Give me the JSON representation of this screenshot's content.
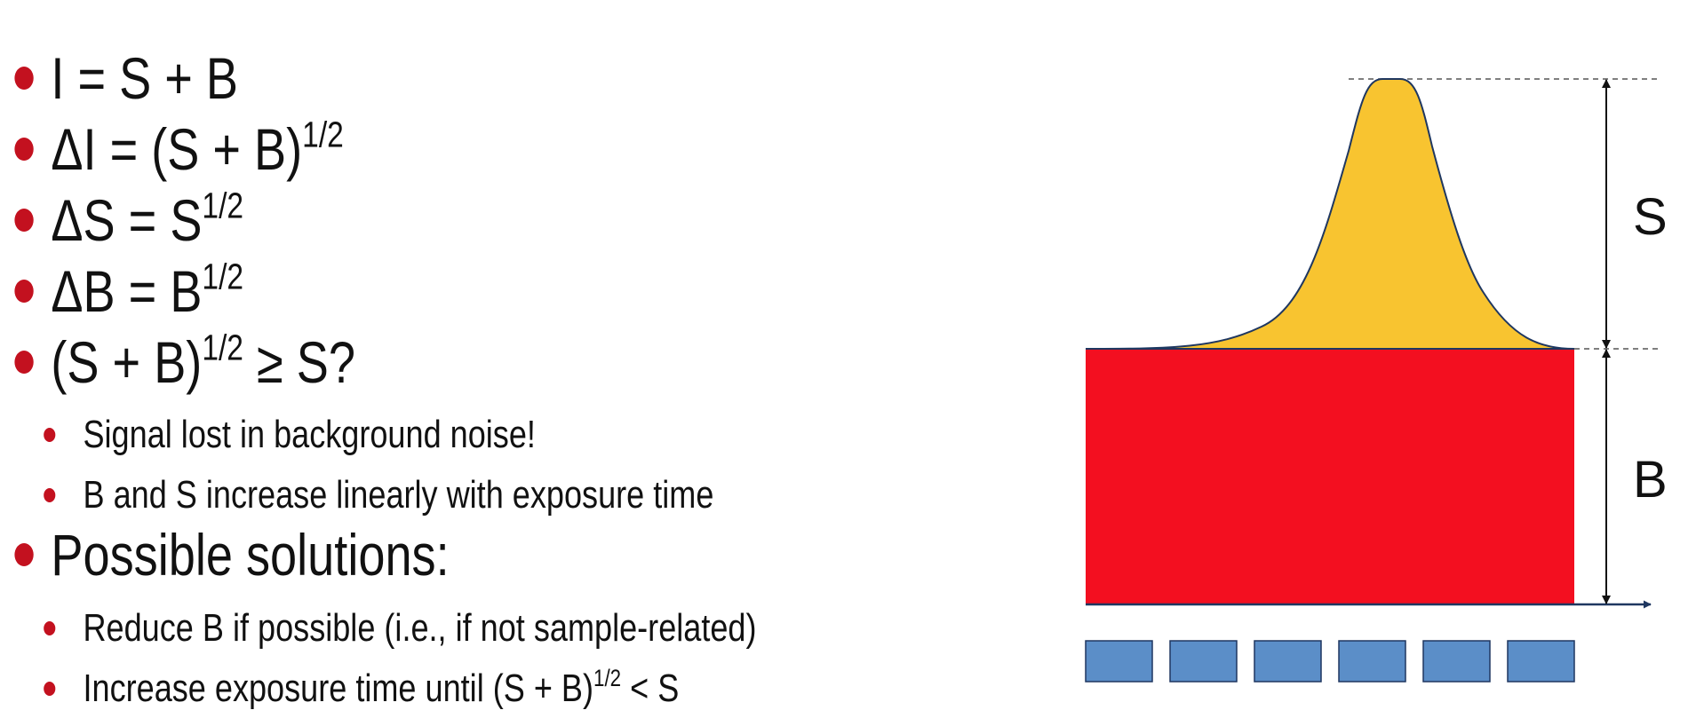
{
  "bullets": [
    {
      "level": 1,
      "parts": [
        "I = S + B"
      ]
    },
    {
      "level": 1,
      "parts": [
        "ΔI = (S + B)",
        "1/2"
      ]
    },
    {
      "level": 1,
      "parts": [
        "ΔS = S",
        "1/2"
      ]
    },
    {
      "level": 1,
      "parts": [
        "ΔB = B",
        "1/2"
      ]
    },
    {
      "level": 1,
      "parts": [
        "(S + B)",
        "1/2",
        " ≥ S?"
      ]
    },
    {
      "level": 2,
      "parts": [
        "Signal lost in background noise!"
      ]
    },
    {
      "level": 2,
      "parts": [
        "B and S increase linearly with exposure time"
      ]
    },
    {
      "level": 1,
      "parts": [
        "Possible solutions:"
      ]
    },
    {
      "level": 2,
      "parts": [
        "Reduce B if possible (i.e., if not sample-related)"
      ]
    },
    {
      "level": 2,
      "parts": [
        "Increase exposure time until (S + B)",
        "1/2",
        " < S"
      ]
    }
  ],
  "figure": {
    "signal_label": "S",
    "background_label": "B",
    "detector_pixel_count": 6,
    "colors": {
      "signal": "#f8c430",
      "background": "#f30f20",
      "detector_pixel": "#5b8ec8",
      "outline": "#1f3760",
      "bullet": "#c3111f"
    }
  }
}
